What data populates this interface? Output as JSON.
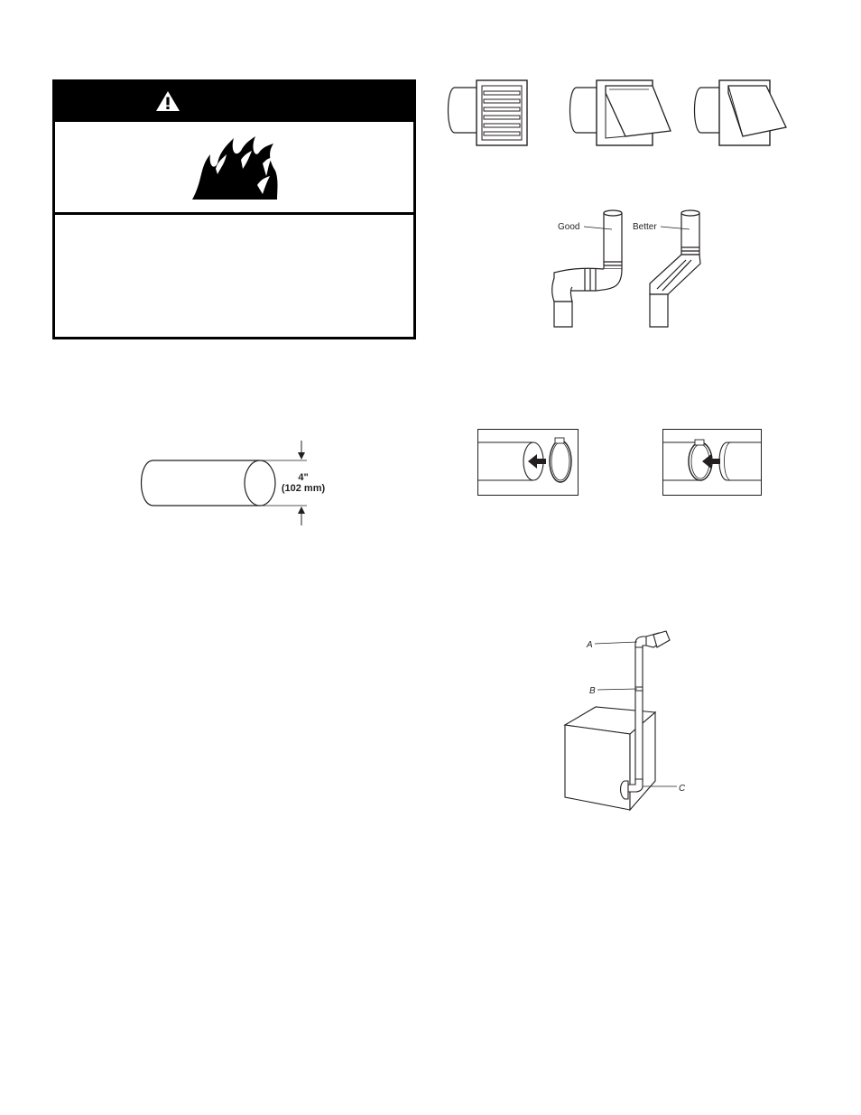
{
  "warning": {
    "header_icon": "warning-triangle-icon",
    "pictogram": "fire-icon"
  },
  "figures": {
    "vent_hoods": {
      "icons": [
        "louvered-vent-hood-icon",
        "box-vent-hood-icon",
        "angled-vent-hood-icon"
      ]
    },
    "elbow_comparison": {
      "good_label": "Good",
      "better_label": "Better"
    },
    "duct_diameter": {
      "dimension_in": "4\"",
      "dimension_mm": "(102 mm)"
    },
    "clamp_connections": {
      "icons": [
        "clamp-on-duct-end-icon",
        "clamp-joining-ducts-icon"
      ]
    },
    "dryer_vent_system": {
      "label_a": "A",
      "label_b": "B",
      "label_c": "C"
    }
  }
}
